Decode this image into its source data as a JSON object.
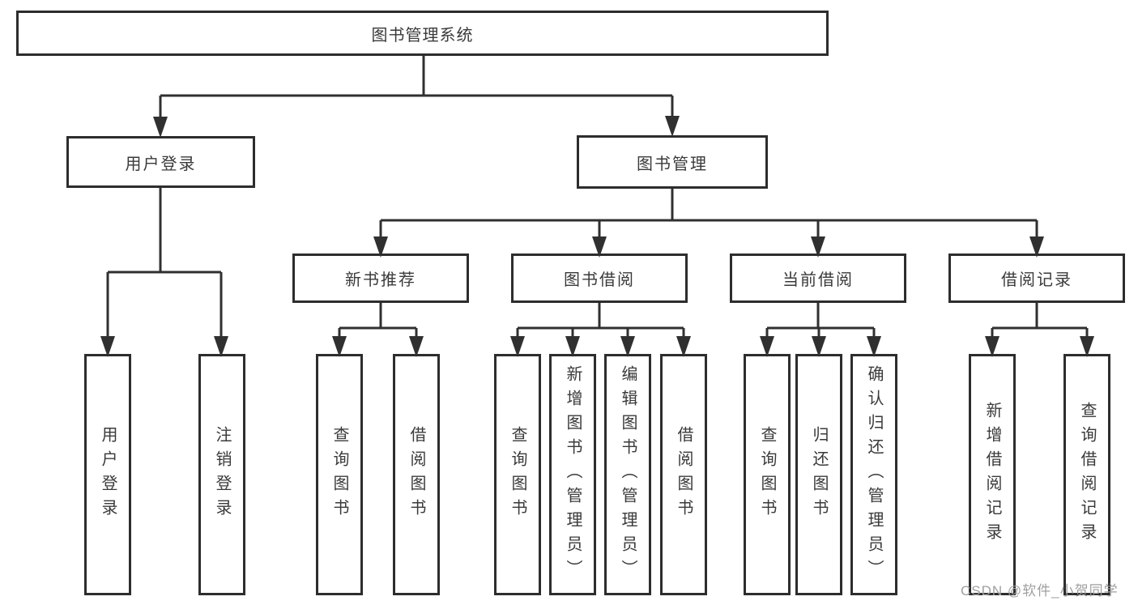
{
  "colors": {
    "background": "#ffffff",
    "line": "#303030",
    "box_border": "#2d2d2d",
    "text": "#3a3a3a",
    "watermark": "#9f9f9f"
  },
  "watermark": {
    "text": "CSDN @软件_小贺同学"
  },
  "tree": {
    "root": "图书管理系统",
    "branches": [
      {
        "label": "用户登录",
        "children": [
          "用户登录",
          "注销登录"
        ]
      },
      {
        "label": "图书管理",
        "groups": [
          {
            "label": "新书推荐",
            "children": [
              "查询图书",
              "借阅图书"
            ]
          },
          {
            "label": "图书借阅",
            "children": [
              "查询图书",
              "新增图书（管理员）",
              "编辑图书（管理员）",
              "借阅图书"
            ]
          },
          {
            "label": "当前借阅",
            "children": [
              "查询图书",
              "归还图书",
              "确认归还（管理员）"
            ]
          },
          {
            "label": "借阅记录",
            "children": [
              "新增借阅记录",
              "查询借阅记录"
            ]
          }
        ]
      }
    ]
  }
}
